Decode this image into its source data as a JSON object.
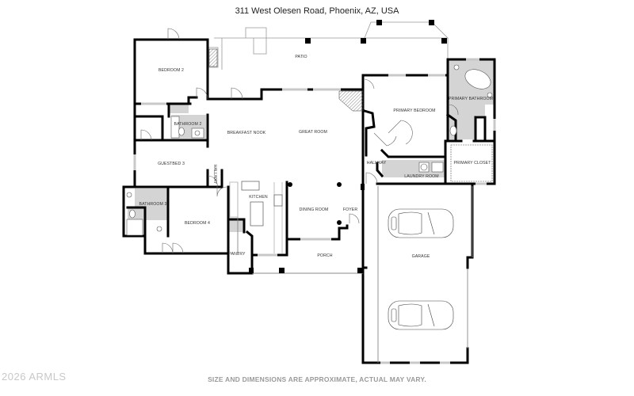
{
  "header": {
    "address": "311 West Olesen Road, Phoenix, AZ, USA"
  },
  "footer": {
    "disclaimer": "SIZE AND DIMENSIONS ARE APPROXIMATE, ACTUAL MAY VARY.",
    "copyright": "2026 ARMLS"
  },
  "colors": {
    "wall": "#000000",
    "wet_area": "#d4d4d4",
    "window": "#c8c8c8",
    "thin_line": "#888888"
  },
  "rooms": {
    "patio": "PATIO",
    "bedroom2": "BEDROOM 2",
    "bathroom2": "BATHROOM 2",
    "guestbed3": "GUESTBED 3",
    "bathroom3": "BATHROOM 3",
    "bedroom4": "BEDROOM 4",
    "hallway_west": "HALLWAY",
    "breakfast_nook": "BREAKFAST NOOK",
    "great_room": "GREAT ROOM",
    "kitchen": "KITCHEN",
    "pantry": "PANTRY",
    "dining_room": "DINING ROOM",
    "foyer": "FOYER",
    "porch": "PORCH",
    "primary_bedroom": "PRIMARY BEDROOM",
    "primary_bathroom": "PRIMARY BATHROOM",
    "primary_closet": "PRIMARY CLOSET",
    "hallway_east": "HALLWAY",
    "laundry_room": "LAUNDRY ROOM",
    "garage": "GARAGE"
  }
}
